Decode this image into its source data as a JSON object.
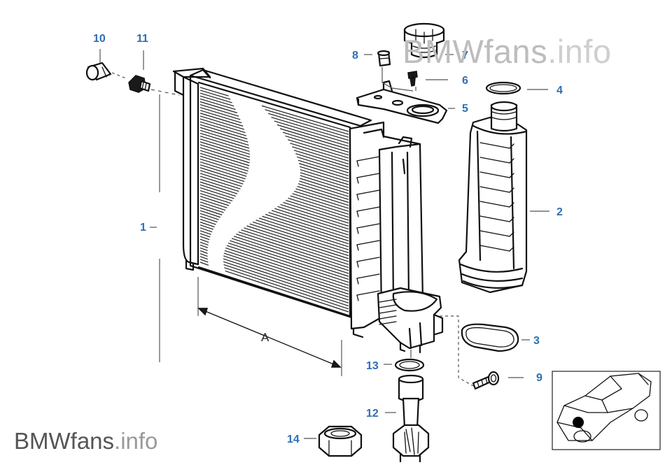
{
  "diagram": {
    "callouts": [
      "1",
      "2",
      "3",
      "4",
      "5",
      "6",
      "7",
      "8",
      "9",
      "10",
      "11",
      "12",
      "13",
      "14"
    ],
    "dimension_label": "A",
    "locator_icon": "car-locator-icon"
  },
  "watermark": {
    "top_brand": "BMWfans",
    "top_suffix": ".info",
    "bottom_brand": "BMWfans",
    "bottom_suffix": ".info"
  }
}
